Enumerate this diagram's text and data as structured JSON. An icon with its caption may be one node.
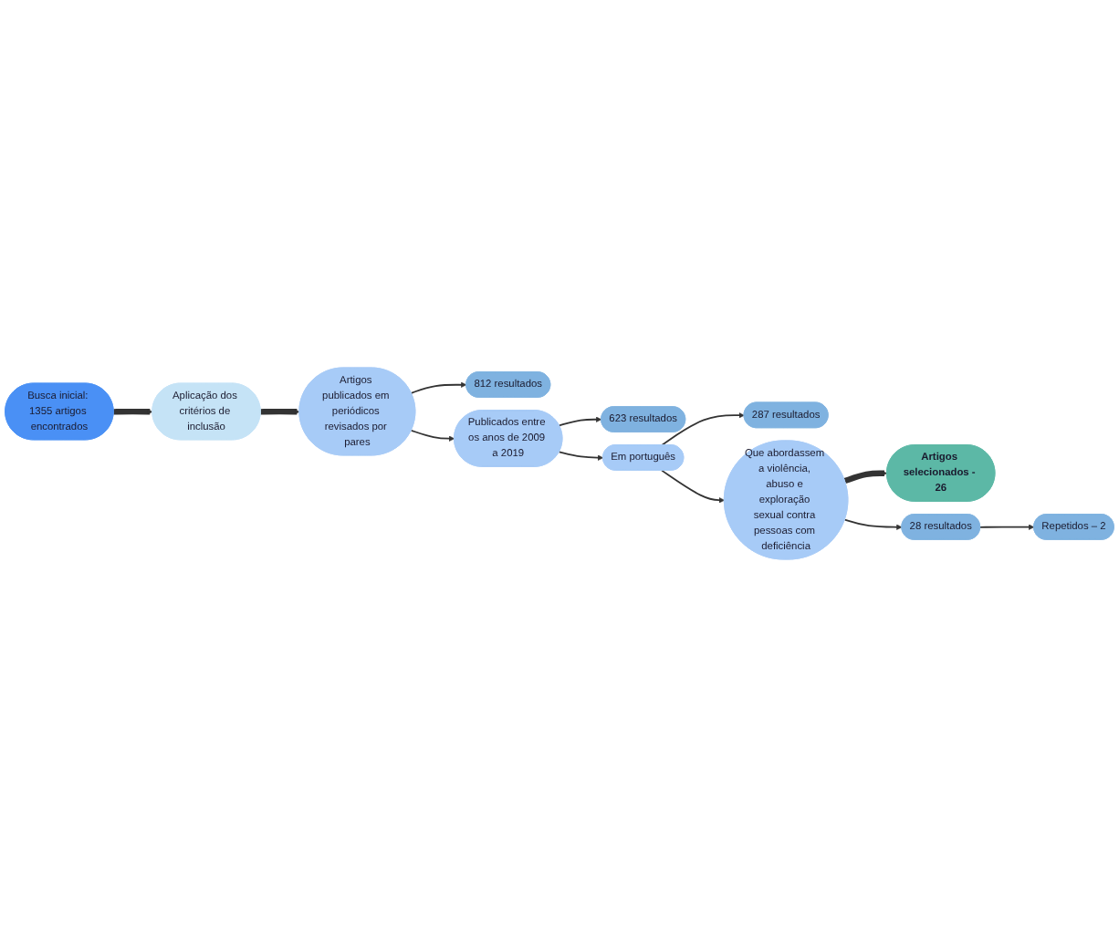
{
  "diagram": {
    "nodes": [
      {
        "text": [
          "Busca inicial: 1355 artigos encontrados"
        ]
      },
      {
        "text": [
          "Aplicação dos critérios de inclusão"
        ]
      },
      {
        "text": [
          "Artigos publicados em periódicos revisados por pares"
        ]
      },
      {
        "text": [
          "812 resultados"
        ]
      },
      {
        "text": [
          "Publicados entre os anos de 2009 a 2019"
        ]
      },
      {
        "text": [
          "623 resultados"
        ]
      },
      {
        "text": [
          "Em português"
        ]
      },
      {
        "text": [
          "287 resultados"
        ]
      },
      {
        "text": [
          "Artigos selecionados - 26"
        ]
      },
      {
        "text": [
          "Que abordassem a violência, abuso e exploração sexual contra pessoas com deficiência"
        ]
      },
      {
        "text": [
          "28 resultados"
        ]
      },
      {
        "text": [
          "Repetidos – 2"
        ]
      }
    ],
    "edges": [
      {
        "from": 0,
        "to": 1,
        "arrow": "to",
        "style": "thick"
      },
      {
        "from": 1,
        "to": 2,
        "arrow": "to",
        "style": "thick"
      },
      {
        "from": 2,
        "to": 3,
        "arrow": "to"
      },
      {
        "from": 2,
        "to": 4,
        "arrow": "to"
      },
      {
        "from": 4,
        "to": 5,
        "arrow": "to"
      },
      {
        "from": 4,
        "to": 6,
        "arrow": "to"
      },
      {
        "from": 6,
        "to": 7,
        "arrow": "to"
      },
      {
        "from": 6,
        "to": 9,
        "arrow": "to"
      },
      {
        "from": 9,
        "to": 10,
        "arrow": "to"
      },
      {
        "from": 10,
        "to": 11,
        "arrow": "to"
      },
      {
        "from": 9,
        "to": 8,
        "arrow": "to",
        "style": "thick"
      }
    ]
  }
}
